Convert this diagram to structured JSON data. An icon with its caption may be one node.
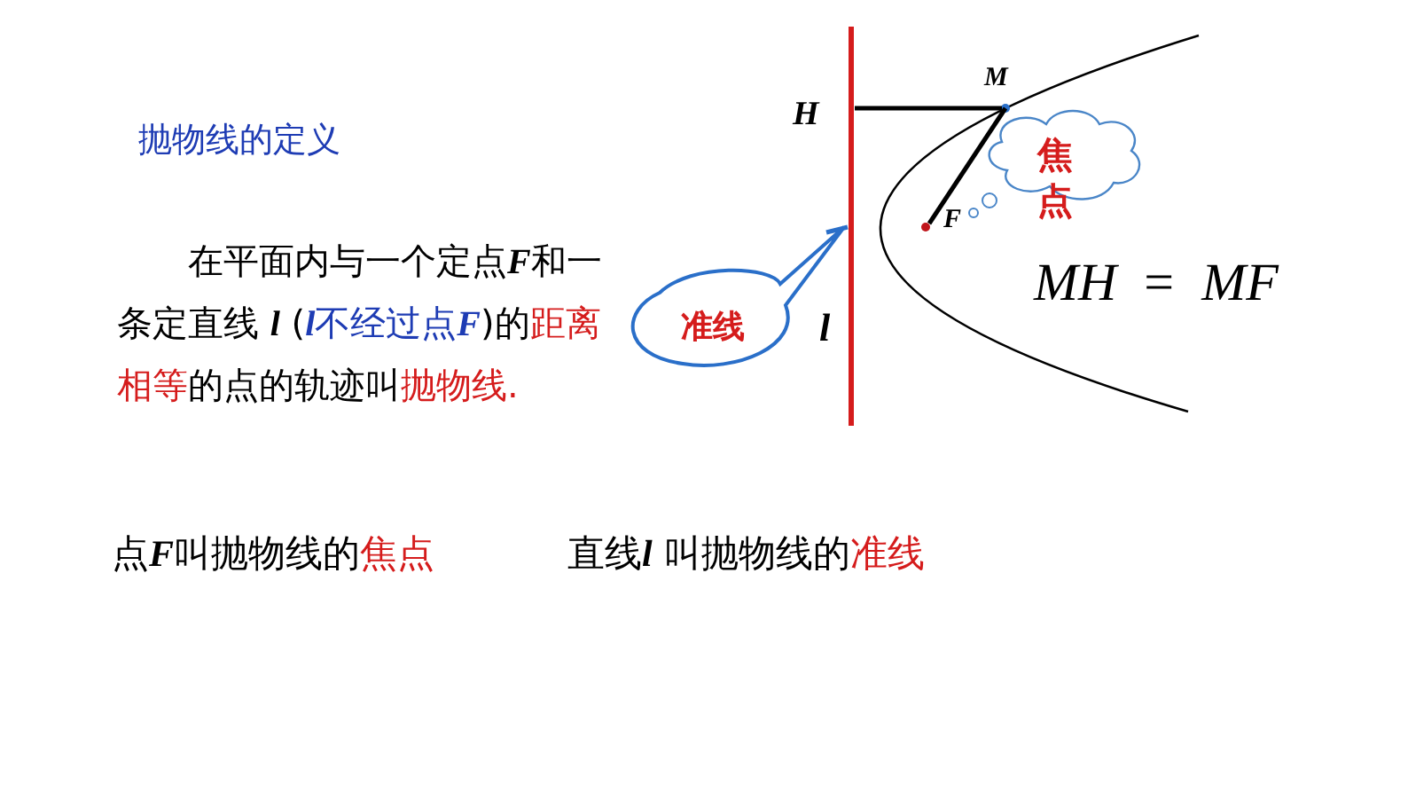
{
  "diagram": {
    "title": "抛物线的定义",
    "nodes": [
      {
        "text": [],
        "shape": "line",
        "beside": [
          "H",
          "l"
        ]
      },
      {
        "text": [
          "准线"
        ]
      },
      {
        "text": [],
        "shape": "circle",
        "beside": [
          "M"
        ]
      },
      {
        "text": [
          "焦点"
        ]
      },
      {
        "text": [],
        "shape": "circle",
        "beside": [
          "F"
        ]
      }
    ],
    "edges": [
      {
        "from": 1,
        "to": 0,
        "arrow": "none",
        "color": "#2a6fc9"
      },
      {
        "from": 3,
        "to": 4,
        "arrow": "none",
        "color": "#4a86c8"
      },
      {
        "from": 2,
        "to": 4,
        "arrow": "none"
      },
      {
        "from": 2,
        "to": 0,
        "arrow": "none"
      }
    ],
    "labels": [
      "在平面内与一个定点**F**和一条定直线 **l** (**l**不经过点**F**)的距离相等的点的轨迹叫抛物线.",
      "*MH* = *MF*",
      "点**F**叫抛物线的焦点",
      "直线**l** 叫抛物线的准线"
    ]
  }
}
